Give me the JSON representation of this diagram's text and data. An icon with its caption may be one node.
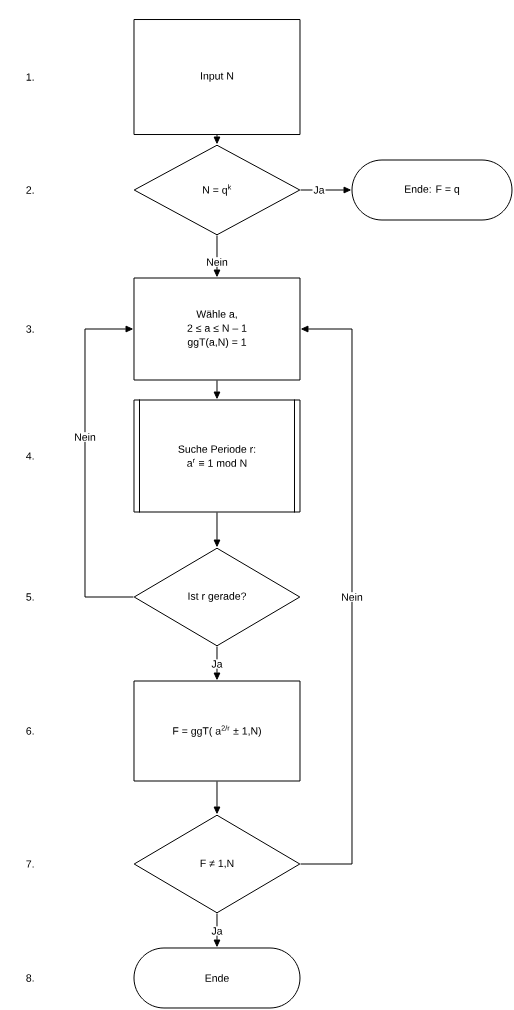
{
  "diagram": {
    "nodes": [
      {
        "text": [
          "Input N"
        ]
      },
      {
        "text": [
          "N = q$^{k}$"
        ]
      },
      {
        "text": [
          "Ende: F = q"
        ]
      },
      {
        "text": [
          "Wähle a,",
          "2 ≤ a ≤ N – 1",
          "ggT(a,N) = 1"
        ]
      },
      {
        "text": [
          "Suche Periode r:",
          "a$^{r}$ ≡ 1 mod N"
        ]
      },
      {
        "text": [
          "Ist r gerade?"
        ]
      },
      {
        "text": [
          "F = ggT( a$^{2/r}$ ±  1,N)"
        ]
      },
      {
        "text": [
          "F ≠ 1,N"
        ]
      },
      {
        "text": [
          "Ende"
        ]
      }
    ],
    "edges": [
      {
        "from": 0,
        "to": 1,
        "arrow": "to"
      },
      {
        "from": 1,
        "to": 2,
        "arrow": "to",
        "label": "Ja"
      },
      {
        "from": 1,
        "to": 3,
        "arrow": "to",
        "label": "Nein"
      },
      {
        "from": 3,
        "to": 4,
        "arrow": "to"
      },
      {
        "from": 4,
        "to": 5,
        "arrow": "to"
      },
      {
        "from": 5,
        "to": 3,
        "arrow": "to",
        "label": "Nein"
      },
      {
        "from": 5,
        "to": 6,
        "arrow": "to",
        "label": "Ja"
      },
      {
        "from": 6,
        "to": 7,
        "arrow": "to"
      },
      {
        "from": 7,
        "to": 3,
        "arrow": "to",
        "label": "Nein"
      },
      {
        "from": 7,
        "to": 8,
        "arrow": "to",
        "label": "Ja"
      }
    ],
    "labels": [
      "1.",
      "2.",
      "3.",
      "4.",
      "5.",
      "6.",
      "7.",
      "8."
    ]
  }
}
